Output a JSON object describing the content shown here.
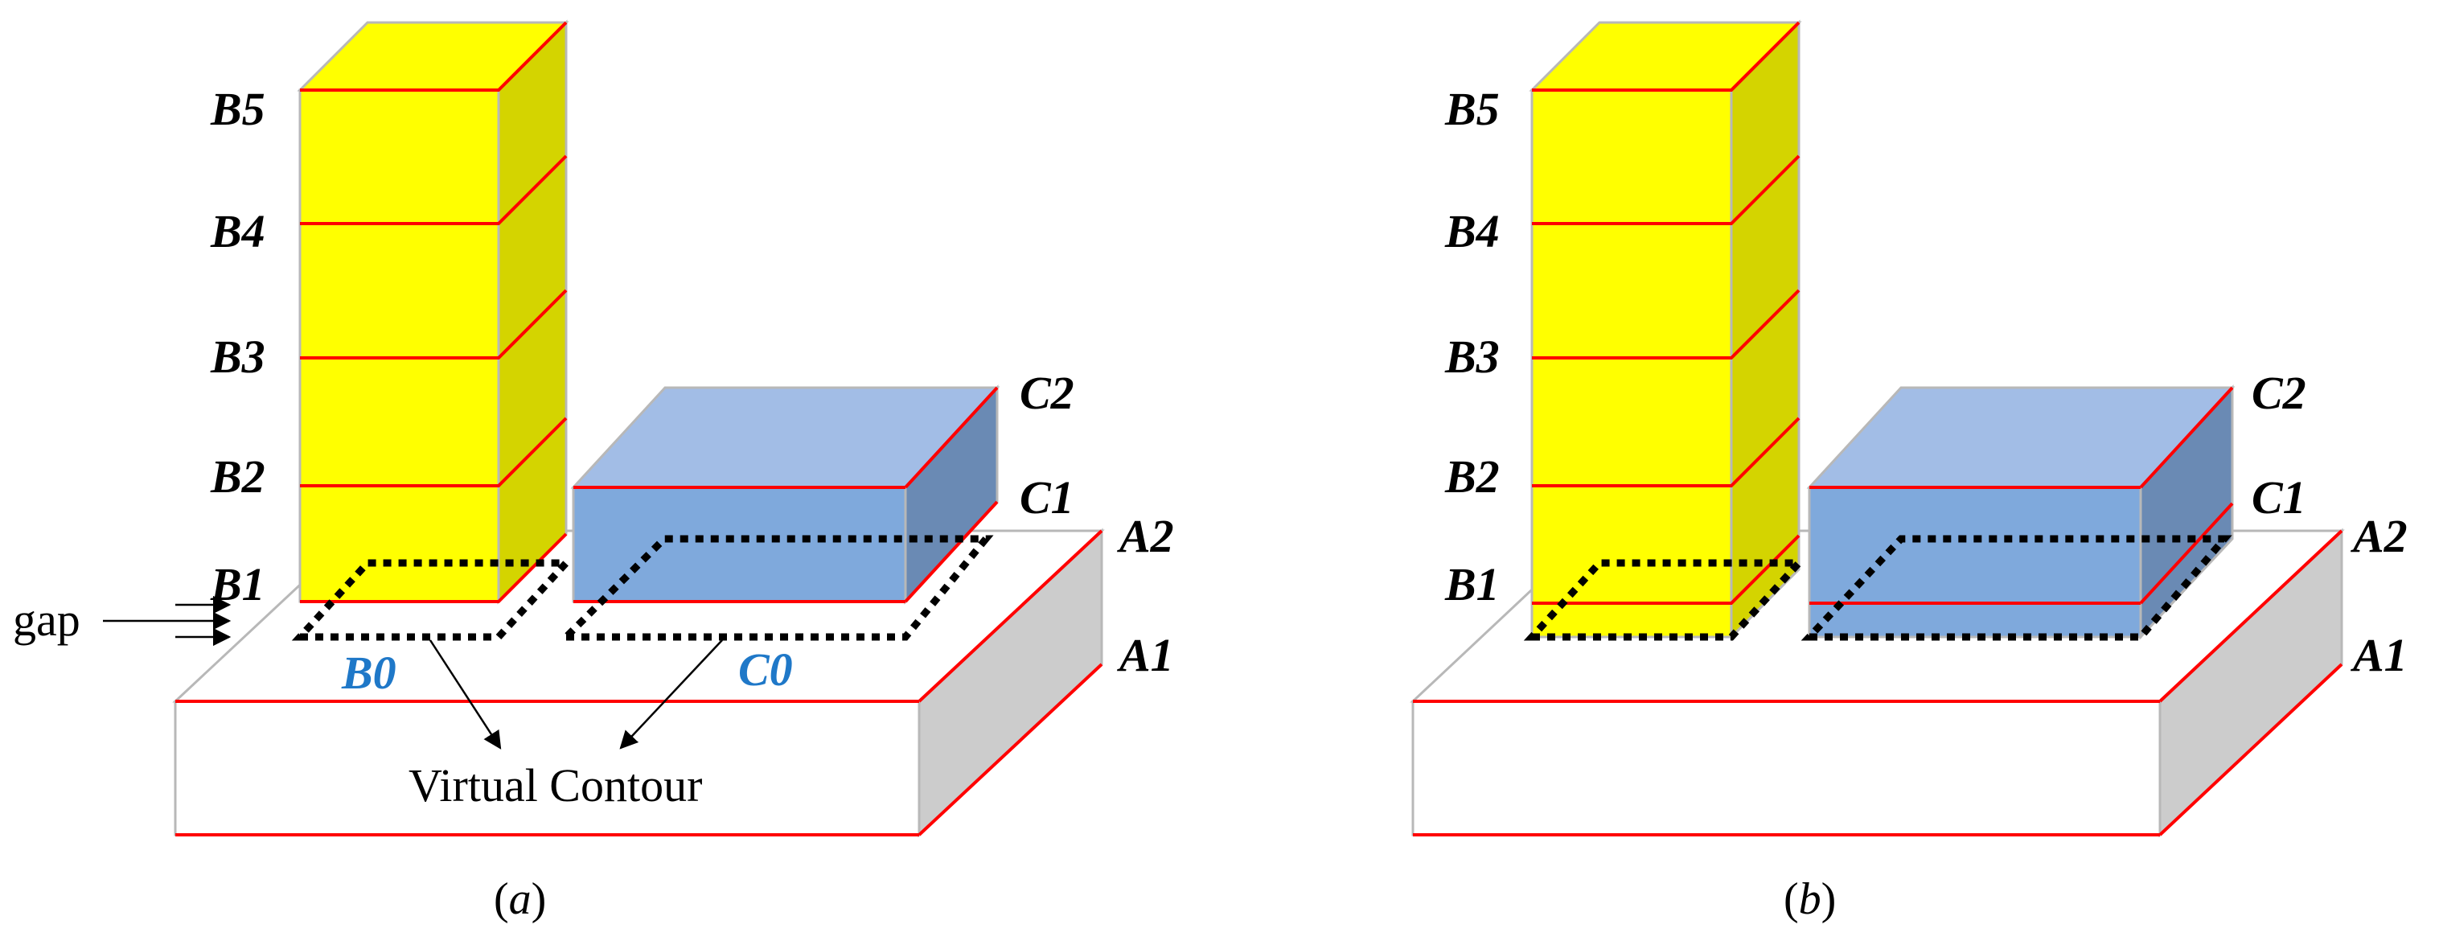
{
  "colors": {
    "edge_red": "#ff0000",
    "edge_gray": "#b8b8b8",
    "slab_top": "#ffffff",
    "slab_front": "#ffffff",
    "slab_side": "#cccccc",
    "yellow_front": "#ffff00",
    "yellow_top": "#ffff00",
    "yellow_side": "#d4d400",
    "blue_front": "#7fa9dc",
    "blue_top": "#a2bde6",
    "blue_side": "#6a8ab4",
    "label_blue": "#1f78c8"
  },
  "panel_a": {
    "labels": {
      "b5": "B5",
      "b4": "B4",
      "b3": "B3",
      "b2": "B2",
      "b1": "B1",
      "c2": "C2",
      "c1": "C1",
      "a2": "A2",
      "a1": "A1",
      "b0": "B0",
      "c0": "C0"
    },
    "gap_label": "gap",
    "virtual_contour_label": "Virtual Contour",
    "caption": {
      "open": "(",
      "letter": "a",
      "close": ")"
    }
  },
  "panel_b": {
    "labels": {
      "b5": "B5",
      "b4": "B4",
      "b3": "B3",
      "b2": "B2",
      "b1": "B1",
      "c2": "C2",
      "c1": "C1",
      "a2": "A2",
      "a1": "A1"
    },
    "caption": {
      "open": "(",
      "letter": "b",
      "close": ")"
    }
  }
}
